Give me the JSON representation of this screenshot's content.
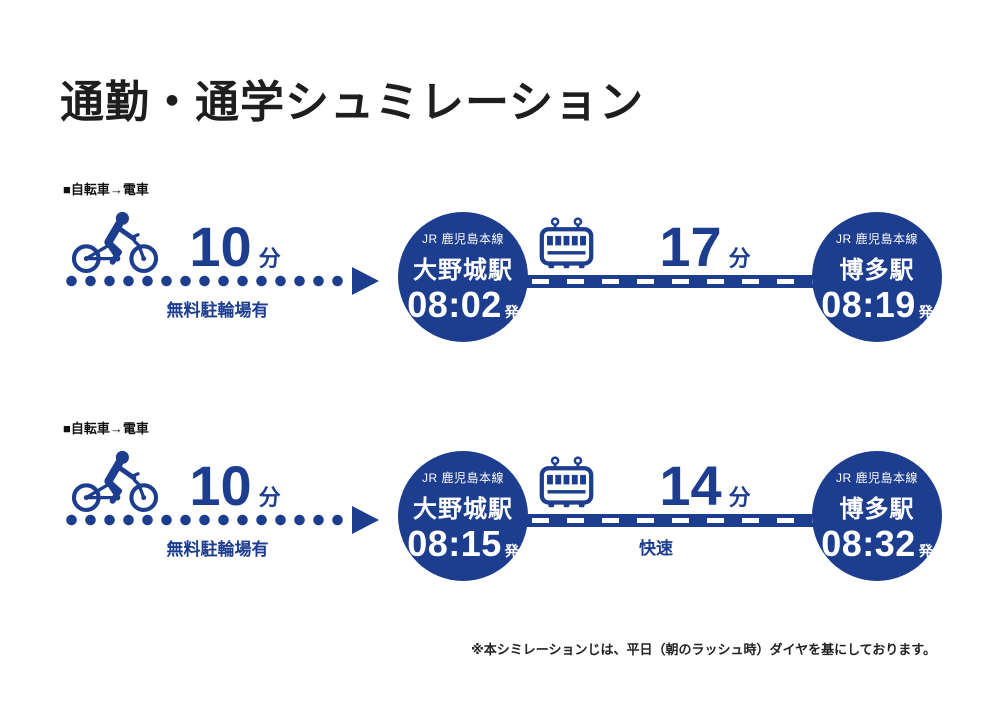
{
  "title": "通勤・通学シュミレーション",
  "footnote": "※本シミレーションじは、平日（朝のラッシュ時）ダイヤを基にしております。",
  "colors": {
    "navy": "#1d3d8e",
    "text": "#1e1e1e",
    "circle_text": "#ffffff"
  },
  "icons": {
    "bike": "bicycle-icon",
    "train": "train-icon",
    "arrow": "arrow-head-icon"
  },
  "routes": [
    {
      "section_label": "■自転車→電車",
      "bike": {
        "duration": "10",
        "unit": "分",
        "note": "無料駐輪場有"
      },
      "depart": {
        "line": "JR 鹿児島本線",
        "station": "大野城駅",
        "time": "08:02",
        "suffix": "発"
      },
      "train": {
        "duration": "17",
        "unit": "分",
        "note": ""
      },
      "arrive": {
        "line": "JR 鹿児島本線",
        "station": "博多駅",
        "time": "08:19",
        "suffix": "発"
      }
    },
    {
      "section_label": "■自転車→電車",
      "bike": {
        "duration": "10",
        "unit": "分",
        "note": "無料駐輪場有"
      },
      "depart": {
        "line": "JR 鹿児島本線",
        "station": "大野城駅",
        "time": "08:15",
        "suffix": "発"
      },
      "train": {
        "duration": "14",
        "unit": "分",
        "note": "快速"
      },
      "arrive": {
        "line": "JR 鹿児島本線",
        "station": "博多駅",
        "time": "08:32",
        "suffix": "発"
      }
    }
  ]
}
